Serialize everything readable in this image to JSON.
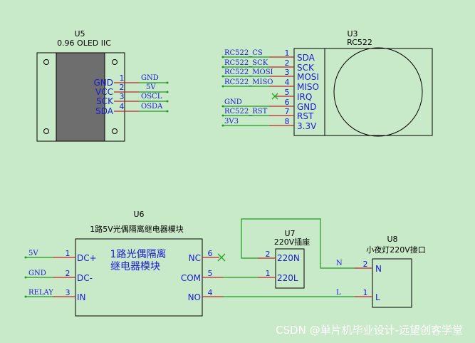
{
  "u5": {
    "ref": "U5",
    "value": "0.96 OLED IIC",
    "pins": [
      {
        "num": "1",
        "name": "GND",
        "net": "GND"
      },
      {
        "num": "2",
        "name": "VCC",
        "net": "5V"
      },
      {
        "num": "3",
        "name": "SCK",
        "net": "OSCL"
      },
      {
        "num": "4",
        "name": "SDA",
        "net": "OSDA"
      }
    ]
  },
  "u3": {
    "ref": "U3",
    "value": "RC522",
    "pins": [
      {
        "num": "1",
        "name": "SDA",
        "net": "RC522_CS"
      },
      {
        "num": "2",
        "name": "SCK",
        "net": "RC522_SCK"
      },
      {
        "num": "3",
        "name": "MOSI",
        "net": "RC522_MOSI"
      },
      {
        "num": "4",
        "name": "MISO",
        "net": "RC522_MISO"
      },
      {
        "num": "5",
        "name": "IRQ",
        "net": ""
      },
      {
        "num": "6",
        "name": "GND",
        "net": "GND"
      },
      {
        "num": "7",
        "name": "RST",
        "net": "RC522_RST"
      },
      {
        "num": "8",
        "name": "3.3V",
        "net": "3V3"
      }
    ]
  },
  "u6": {
    "ref": "U6",
    "value": "1路5V光偶隔离继电器模块",
    "body_line1": "1路光偶隔离",
    "body_line2": "继电器模块",
    "left_pins": [
      {
        "num": "1",
        "name": "DC+",
        "net": "5V"
      },
      {
        "num": "2",
        "name": "DC-",
        "net": "GND"
      },
      {
        "num": "3",
        "name": "IN",
        "net": "RELAY"
      }
    ],
    "right_pins": [
      {
        "num": "6",
        "name": "NC"
      },
      {
        "num": "5",
        "name": "COM"
      },
      {
        "num": "4",
        "name": "NO"
      }
    ]
  },
  "u7": {
    "ref": "U7",
    "value": "220V插座",
    "pins": [
      {
        "num": "2",
        "name": "220N"
      },
      {
        "num": "1",
        "name": "220L"
      }
    ]
  },
  "u8": {
    "ref": "U8",
    "value": "小夜灯220V接口",
    "pins": [
      {
        "num": "2",
        "name": "N",
        "net": "N"
      },
      {
        "num": "1",
        "name": "L",
        "net": "L"
      }
    ]
  },
  "watermark": "CSDN @单片机毕业设计-远望创客学堂",
  "colors": {
    "background": "#c9eac8",
    "wire": "#1f9a1f",
    "pin_line": "#c0232a",
    "text_blue": "#1a1ad8",
    "no_connect": "#22aa22",
    "oled_body": "#6e6e6e"
  }
}
